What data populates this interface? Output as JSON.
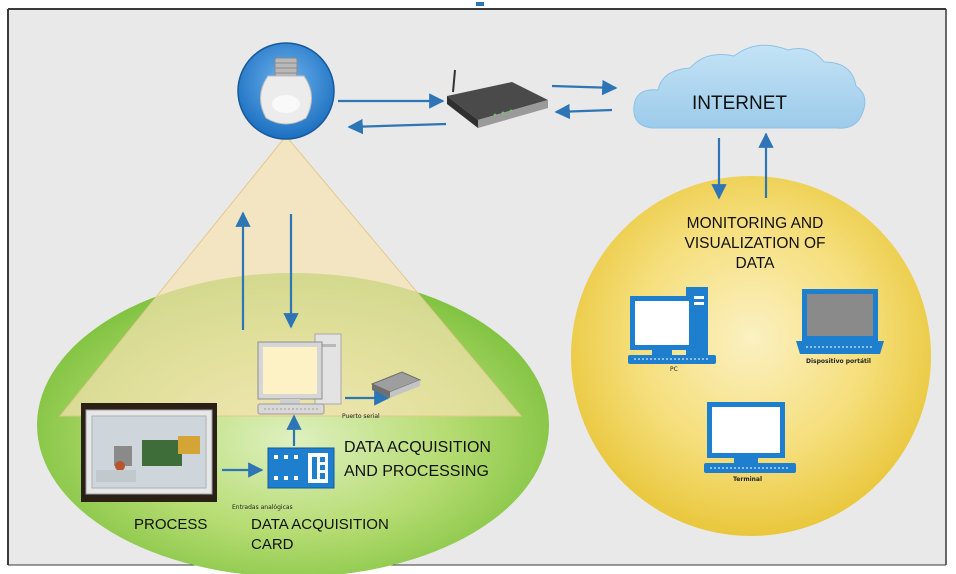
{
  "labels": {
    "internet": "INTERNET",
    "monitoring": "MONITORING AND VISUALIZATION OF DATA",
    "acquisition": "DATA ACQUISITION AND PROCESSING",
    "process": "PROCESS",
    "card": "DATA ACQUISITION CARD",
    "serial_port": "Puerto serial",
    "analog_inputs": "Entradas analógicas",
    "pc": "PC",
    "portable": "Dispositivo portátil",
    "terminal": "Terminal"
  },
  "colors": {
    "arrow": "#2e75b6",
    "cloud": "#a9d3ee",
    "green_field": "#a7d45a",
    "yellow_circle": "#f1d24a",
    "triangle": "#f8e4b0",
    "bulb_circle": "#2f86d4",
    "device_blue": "#1f7fcf",
    "border": "#3a3a3a"
  },
  "icons": [
    "lightbulb-icon",
    "router-icon",
    "cloud-icon",
    "pc-icon",
    "laptop-icon",
    "terminal-icon",
    "sensor-device-icon",
    "acquisition-card-icon",
    "process-enclosure-photo"
  ]
}
